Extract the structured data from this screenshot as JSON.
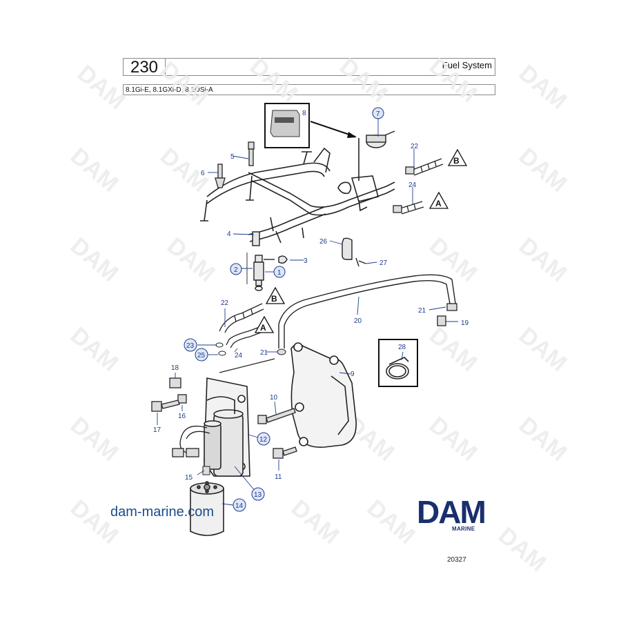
{
  "header": {
    "page_number": "230",
    "title": "Fuel System",
    "models": "8.1Gi-E, 8.1GXi-D, 8.1OSi-A"
  },
  "footer": {
    "website": "dam-marine.com",
    "brand": "DAM",
    "brand_sub": "MARINE",
    "figure_code": "20327"
  },
  "watermark_text": "DAM",
  "colors": {
    "callout": "#1a3a8c",
    "brand": "#1a2f6e",
    "callout_fill": "#dfe6f7"
  },
  "callouts": {
    "c1": "1",
    "c2": "2",
    "c3": "3",
    "c4": "4",
    "c5": "5",
    "c6": "6",
    "c7": "7",
    "c8": "8",
    "c9": "9",
    "c10": "10",
    "c11": "11",
    "c12": "12",
    "c13": "13",
    "c14": "14",
    "c15": "15",
    "c16": "16",
    "c17": "17",
    "c18": "18",
    "c19": "19",
    "c20": "20",
    "c21a": "21",
    "c21b": "21",
    "c22a": "22",
    "c22b": "22",
    "c23": "23",
    "c24a": "24",
    "c24b": "24",
    "c25": "25",
    "c26": "26",
    "c27": "27",
    "c28": "28"
  },
  "refs": {
    "a1": "A",
    "b1": "B",
    "a2": "A",
    "b2": "B"
  }
}
